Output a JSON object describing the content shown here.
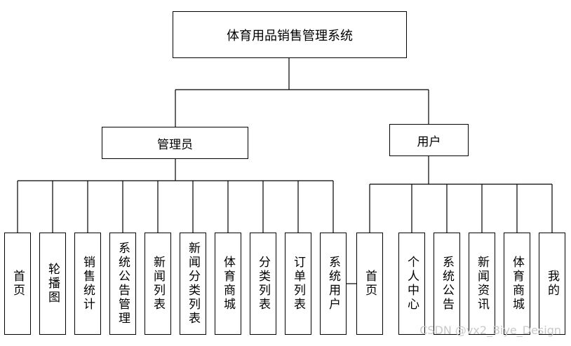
{
  "title": "体育用品销售管理系统",
  "roles": {
    "admin": {
      "label": "管理员",
      "items": [
        "首页",
        "轮播图",
        "销售统计",
        "系统公告管理",
        "新闻列表",
        "新闻分类列表",
        "体育商城",
        "分类列表",
        "订单列表",
        "系统用户"
      ]
    },
    "user": {
      "label": "用户",
      "items": [
        "首页",
        "个人中心",
        "系统公告",
        "新闻资讯",
        "体育商城",
        "我的"
      ]
    }
  },
  "watermark": "CSDN @vx2_Biye_Design"
}
